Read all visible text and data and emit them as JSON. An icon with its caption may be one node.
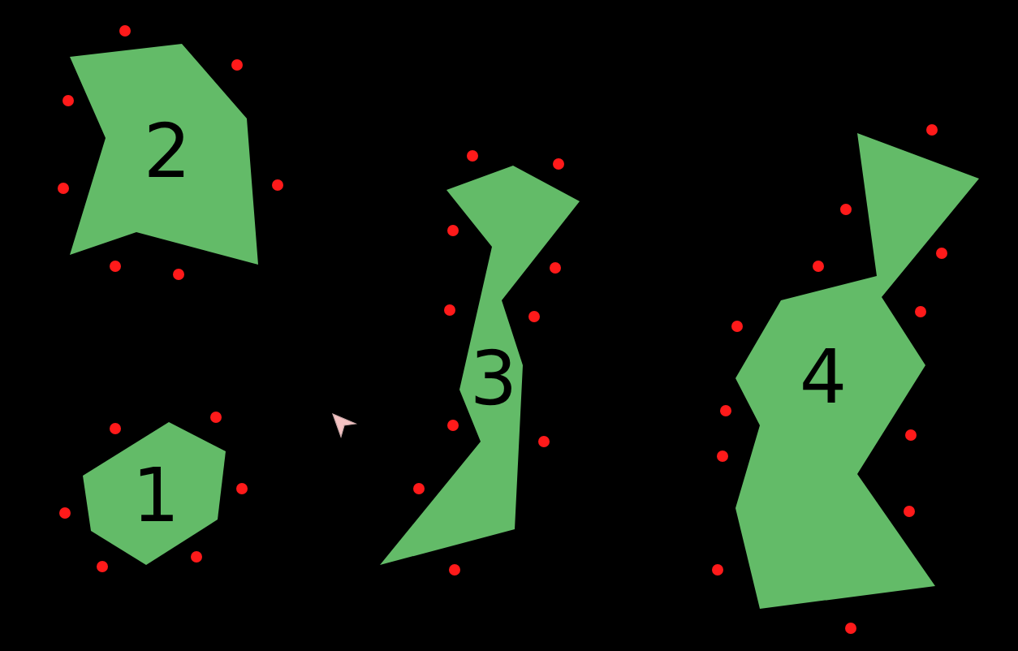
{
  "diagram": {
    "nodes": [
      {
        "text": [
          "2"
        ]
      },
      {
        "text": [
          "3"
        ]
      },
      {
        "text": [
          "4"
        ]
      },
      {
        "text": [
          "1"
        ]
      }
    ]
  }
}
